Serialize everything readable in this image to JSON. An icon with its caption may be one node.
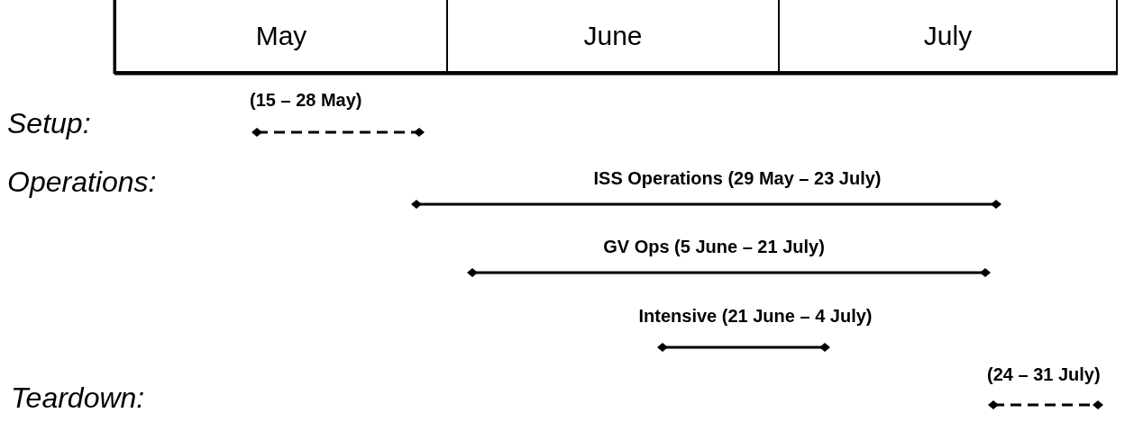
{
  "diagram": {
    "nodes": [
      {
        "text": [
          "May"
        ]
      },
      {
        "text": [
          "June"
        ]
      },
      {
        "text": [
          "July"
        ]
      }
    ],
    "labels": [
      "(15 – 28 May)",
      "Setup:",
      "Operations:",
      "ISS Operations (29 May – 23 July)",
      "GV Ops (5 June – 21 July)",
      "Intensive (21 June – 4 July)",
      "(24 – 31 July)",
      "Teardown:"
    ]
  }
}
